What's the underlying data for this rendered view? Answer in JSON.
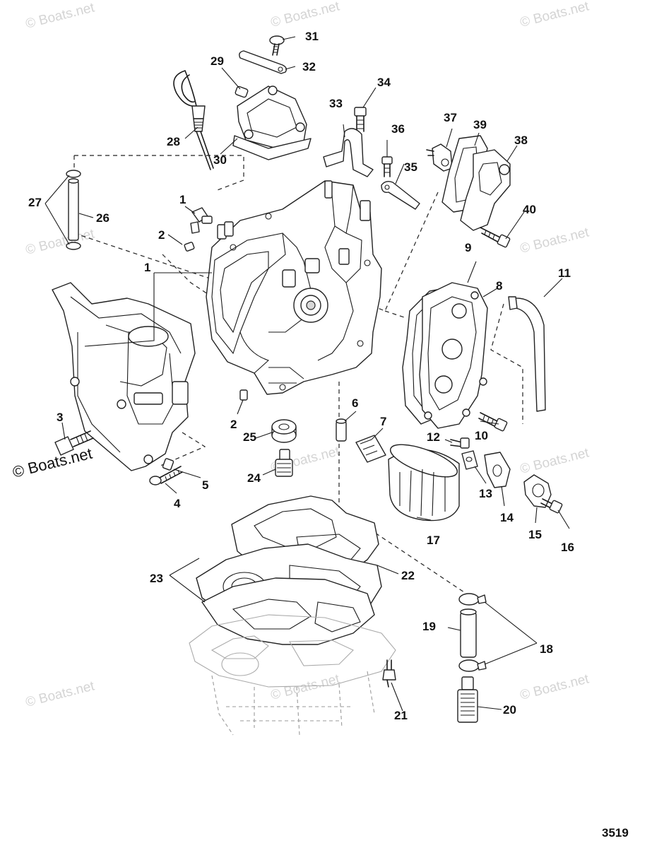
{
  "figure_number": "3519",
  "watermark": {
    "faint_text": "© Boats.net",
    "strong_text": "© Boats.net"
  },
  "callouts": {
    "c1": "1",
    "c2": "2",
    "c3": "3",
    "c4": "4",
    "c5": "5",
    "c6": "6",
    "c7": "7",
    "c8": "8",
    "c9": "9",
    "c10": "10",
    "c11": "11",
    "c12": "12",
    "c13": "13",
    "c14": "14",
    "c15": "15",
    "c16": "16",
    "c17": "17",
    "c18": "18",
    "c19": "19",
    "c20": "20",
    "c21": "21",
    "c22": "22",
    "c23": "23",
    "c24": "24",
    "c25": "25",
    "c26": "26",
    "c27": "27",
    "c28": "28",
    "c29": "29",
    "c30": "30",
    "c31": "31",
    "c32": "32",
    "c33": "33",
    "c34": "34",
    "c35": "35",
    "c36": "36",
    "c37": "37",
    "c38": "38",
    "c39": "39",
    "c40": "40"
  },
  "colors": {
    "line": "#1a1a1a",
    "watermark": "#d4d4d4",
    "ghost_parts": "#9a9a9a"
  }
}
